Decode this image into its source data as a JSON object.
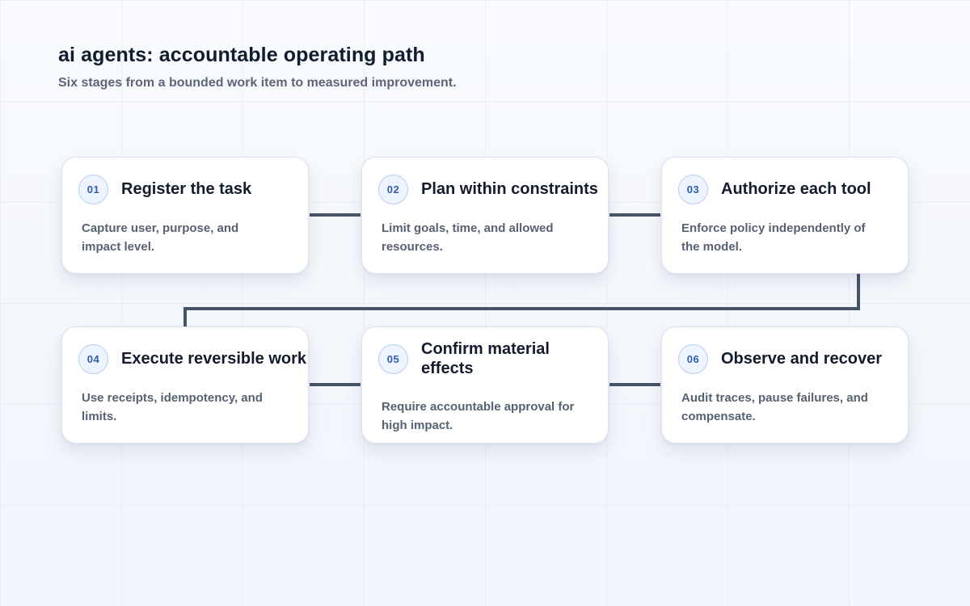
{
  "header": {
    "title": "ai agents: accountable operating path",
    "subtitle": "Six stages from a bounded work item to measured improvement."
  },
  "colors": {
    "connector": "#475569",
    "badge_text": "#2f5ea8",
    "badge_fill": "#edf3ff",
    "badge_border": "#b9cdf0"
  },
  "stages": [
    {
      "number": "01",
      "title": "Register the task",
      "description": "Capture user, purpose, and impact level."
    },
    {
      "number": "02",
      "title": "Plan within constraints",
      "description": "Limit goals, time, and allowed resources."
    },
    {
      "number": "03",
      "title": "Authorize each tool",
      "description": "Enforce policy independently of the model."
    },
    {
      "number": "04",
      "title": "Execute reversible work",
      "description": "Use receipts, idempotency, and limits."
    },
    {
      "number": "05",
      "title": "Confirm material effects",
      "description": "Require accountable approval for high impact."
    },
    {
      "number": "06",
      "title": "Observe and recover",
      "description": "Audit traces, pause failures, and compensate."
    }
  ]
}
